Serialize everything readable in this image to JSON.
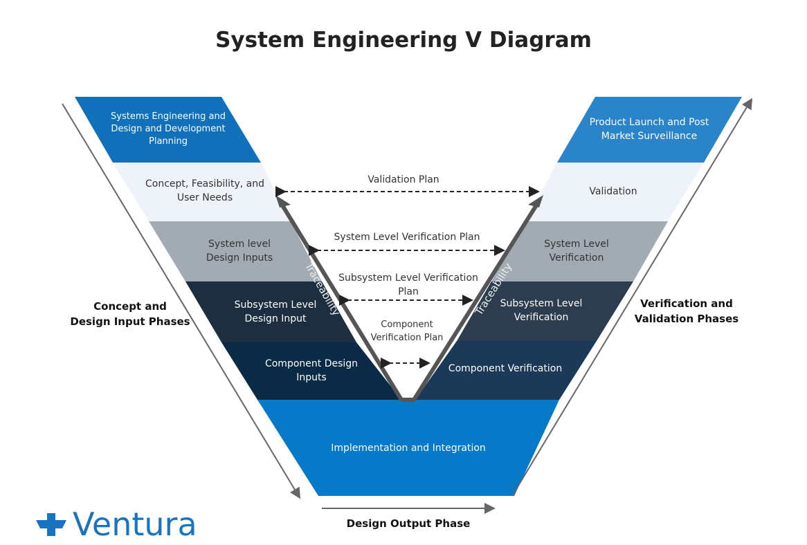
{
  "title": "System Engineering V Diagram",
  "colors": {
    "left_top": "#1170ba",
    "right_top": "#2a84c9",
    "light": "#eef3f9",
    "gray": "#a2abb3",
    "dark1": "#1c2e40",
    "dark2": "#0a2a45",
    "bottom": "#0679c8",
    "arrow": "#555555"
  },
  "left_stages": [
    "Systems Engineering and\nDesign and Development\nPlanning",
    "Concept, Feasibility, and\nUser Needs",
    "System level\nDesign Inputs",
    "Subsystem Level\nDesign Input",
    "Component Design\nInputs"
  ],
  "right_stages": [
    "Product Launch and Post\nMarket Surveillance",
    "Validation",
    "System Level\nVerification",
    "Subsystem Level\nVerification",
    "Component Verification"
  ],
  "bottom_stage": "Implementation and Integration",
  "plans": [
    "Validation Plan",
    "System Level Verification Plan",
    "Subsystem Level Verification\nPlan",
    "Component\nVerification Plan"
  ],
  "traceability": "Traceability",
  "phases": {
    "left": "Concept and\nDesign Input Phases",
    "right": "Verification and\nValidation Phases",
    "bottom": "Design Output Phase"
  },
  "logo": "Ventura"
}
